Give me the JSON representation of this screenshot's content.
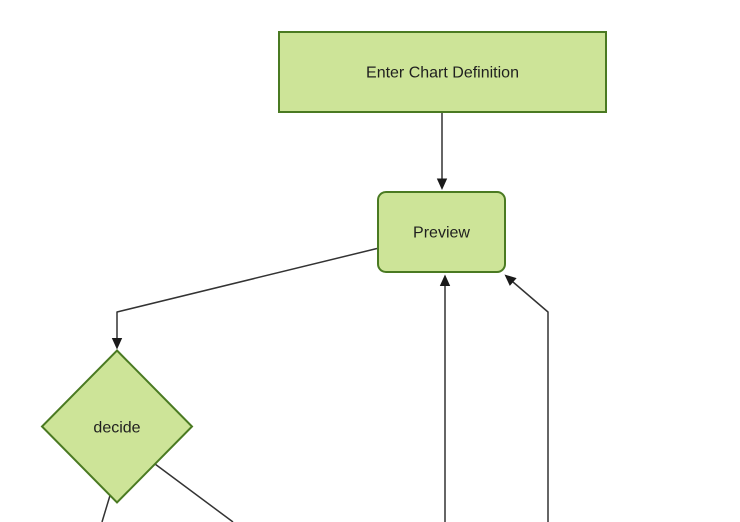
{
  "diagram": {
    "type": "flowchart",
    "direction": "top-down",
    "nodes": [
      {
        "id": "enter-chart-definition",
        "label": "Enter Chart Definition",
        "shape": "rectangle"
      },
      {
        "id": "preview",
        "label": "Preview",
        "shape": "rounded-rectangle"
      },
      {
        "id": "decide",
        "label": "decide",
        "shape": "diamond"
      }
    ],
    "edges": [
      {
        "from": "enter-chart-definition",
        "to": "preview",
        "arrowhead": true,
        "style": "straight-vertical"
      },
      {
        "from": "preview",
        "to": "decide",
        "arrowhead": true,
        "style": "elbow-left-then-down"
      },
      {
        "from": "offscreen-bottom-a",
        "to": "preview",
        "arrowhead": true,
        "style": "straight-vertical"
      },
      {
        "from": "offscreen-bottom-b",
        "to": "preview",
        "arrowhead": true,
        "style": "vertical-then-diagonal"
      },
      {
        "from": "decide",
        "to": "offscreen-bottom-left",
        "arrowhead": false,
        "style": "short-diagonal"
      },
      {
        "from": "decide",
        "to": "offscreen-bottom-right",
        "arrowhead": false,
        "style": "diagonal"
      }
    ],
    "colors": {
      "background": "#ffffff",
      "node_fill": "#cde498",
      "node_border": "#4a7a22",
      "edge_line": "#333333",
      "arrowhead": "#1a1a1a",
      "text": "#1f1f1f"
    }
  }
}
